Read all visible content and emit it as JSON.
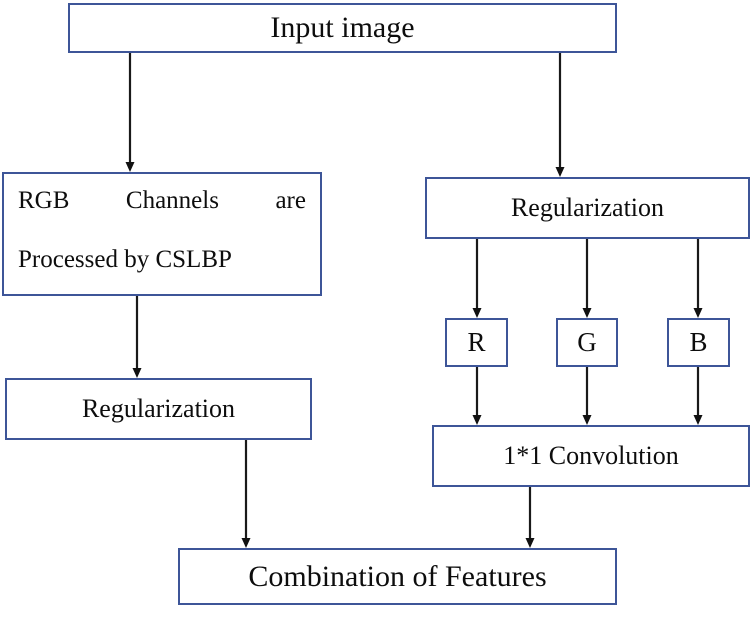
{
  "diagram": {
    "title": "Feature extraction and combination flowchart",
    "colors": {
      "node_border": "#3d5598",
      "node_fill": "#ffffff",
      "edge": "#1a1a1a",
      "text": "#0d0d0d",
      "background": "#ffffff"
    },
    "nodes": {
      "input_image": {
        "label": "Input image"
      },
      "rgb_channels": {
        "label": "RGB   Channels   are  Processed by CSLBP",
        "line1_words": [
          "RGB",
          "Channels",
          "are"
        ],
        "line2": "Processed by CSLBP"
      },
      "regularization_left": {
        "label": "Regularization"
      },
      "regularization_right": {
        "label": "Regularization"
      },
      "channel_r": {
        "label": "R"
      },
      "channel_g": {
        "label": "G"
      },
      "channel_b": {
        "label": "B"
      },
      "convolution": {
        "label": "1*1 Convolution"
      },
      "combination": {
        "label": "Combination of Features"
      }
    },
    "edges": [
      {
        "from": "input_image",
        "to": "rgb_channels"
      },
      {
        "from": "input_image",
        "to": "regularization_right"
      },
      {
        "from": "rgb_channels",
        "to": "regularization_left"
      },
      {
        "from": "regularization_right",
        "to": "channel_r"
      },
      {
        "from": "regularization_right",
        "to": "channel_g"
      },
      {
        "from": "regularization_right",
        "to": "channel_b"
      },
      {
        "from": "channel_r",
        "to": "convolution"
      },
      {
        "from": "channel_g",
        "to": "convolution"
      },
      {
        "from": "channel_b",
        "to": "convolution"
      },
      {
        "from": "regularization_left",
        "to": "combination"
      },
      {
        "from": "convolution",
        "to": "combination"
      }
    ]
  }
}
